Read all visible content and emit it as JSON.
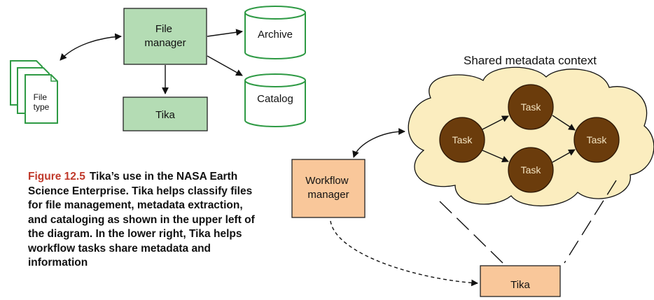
{
  "upper": {
    "file_manager": "File manager",
    "archive": "Archive",
    "catalog": "Catalog",
    "tika": "Tika",
    "file_type": "File type"
  },
  "lower": {
    "context_title": "Shared metadata context",
    "workflow_manager": "Workflow manager",
    "tika": "Tika",
    "tasks": [
      "Task",
      "Task",
      "Task",
      "Task"
    ]
  },
  "caption": {
    "label": "Figure 12.5",
    "text": "Tika’s use in the NASA Earth Science Enterprise. Tika helps classify files for file management, metadata extraction, and cataloging as shown in the upper left of the diagram. In the lower right, Tika helps workflow tasks share metadata and information"
  },
  "colors": {
    "green_box": "#b4dcb4",
    "orange_box": "#f9c79a",
    "cloud": "#fbedbf",
    "task": "#6b3c0c",
    "caption_label": "#c0392b"
  },
  "icons": [
    "stacked-documents-icon",
    "database-cylinder-icon"
  ]
}
